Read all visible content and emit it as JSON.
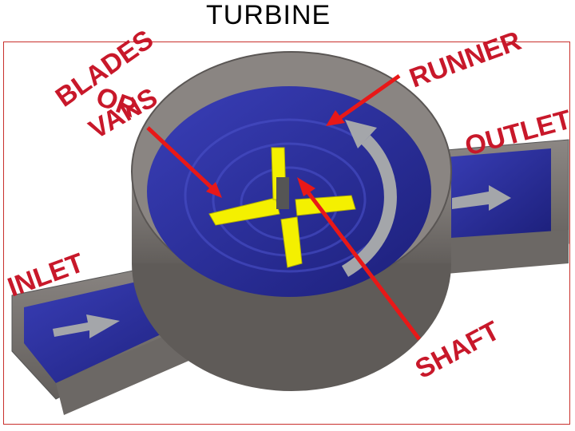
{
  "title": "TURBINE",
  "labels": {
    "blades": "BLADES",
    "or": "OR",
    "vans": "VANS",
    "runner": "RUNNER",
    "outlet": "OUTLET",
    "inlet": "INLET",
    "shaft": "SHAFT"
  },
  "colors": {
    "casing": "#7d7875",
    "water": "#2a2e9a",
    "blades": "#f4f000",
    "arrow_label": "#e81818",
    "label_text": "#c8182a",
    "flow_arrow": "#a4a6aa"
  }
}
